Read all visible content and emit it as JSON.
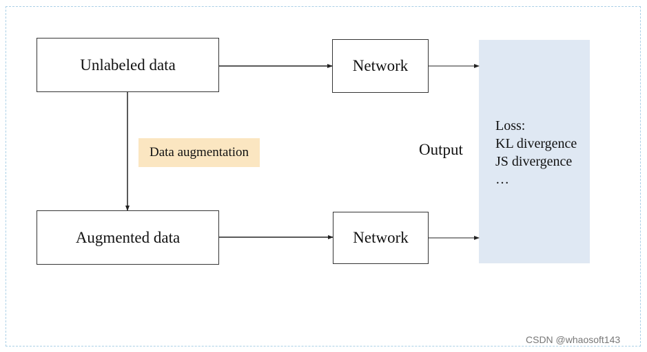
{
  "nodes": {
    "unlabeled": "Unlabeled data",
    "network_top": "Network",
    "augmented": "Augmented data",
    "network_bottom": "Network"
  },
  "edge_label": "Data augmentation",
  "output_label": "Output",
  "loss": {
    "title": "Loss:",
    "items": [
      "KL divergence",
      "JS divergence",
      "…"
    ]
  },
  "watermark": "CSDN @whaosoft143",
  "colors": {
    "frame_border": "#a9cfe6",
    "loss_panel": "#dfe8f3",
    "edge_label_bg": "#fbe6c1",
    "stroke": "#333333"
  }
}
